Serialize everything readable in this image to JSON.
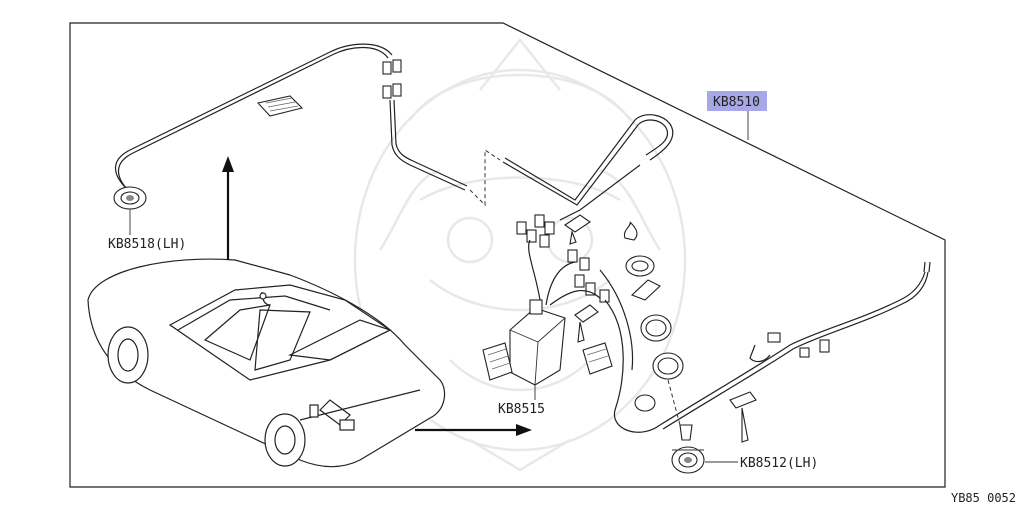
{
  "diagram": {
    "callouts": [
      {
        "id": "kb8510",
        "text": "KB8510",
        "highlight_color": "#a8a8e8"
      },
      {
        "id": "kb8518",
        "text": "KB8518(LH)"
      },
      {
        "id": "kb8515",
        "text": "KB8515"
      },
      {
        "id": "kb8512",
        "text": "KB8512(LH)"
      }
    ],
    "figure_code": "YB85 0052",
    "watermark": "seal-emblem"
  }
}
